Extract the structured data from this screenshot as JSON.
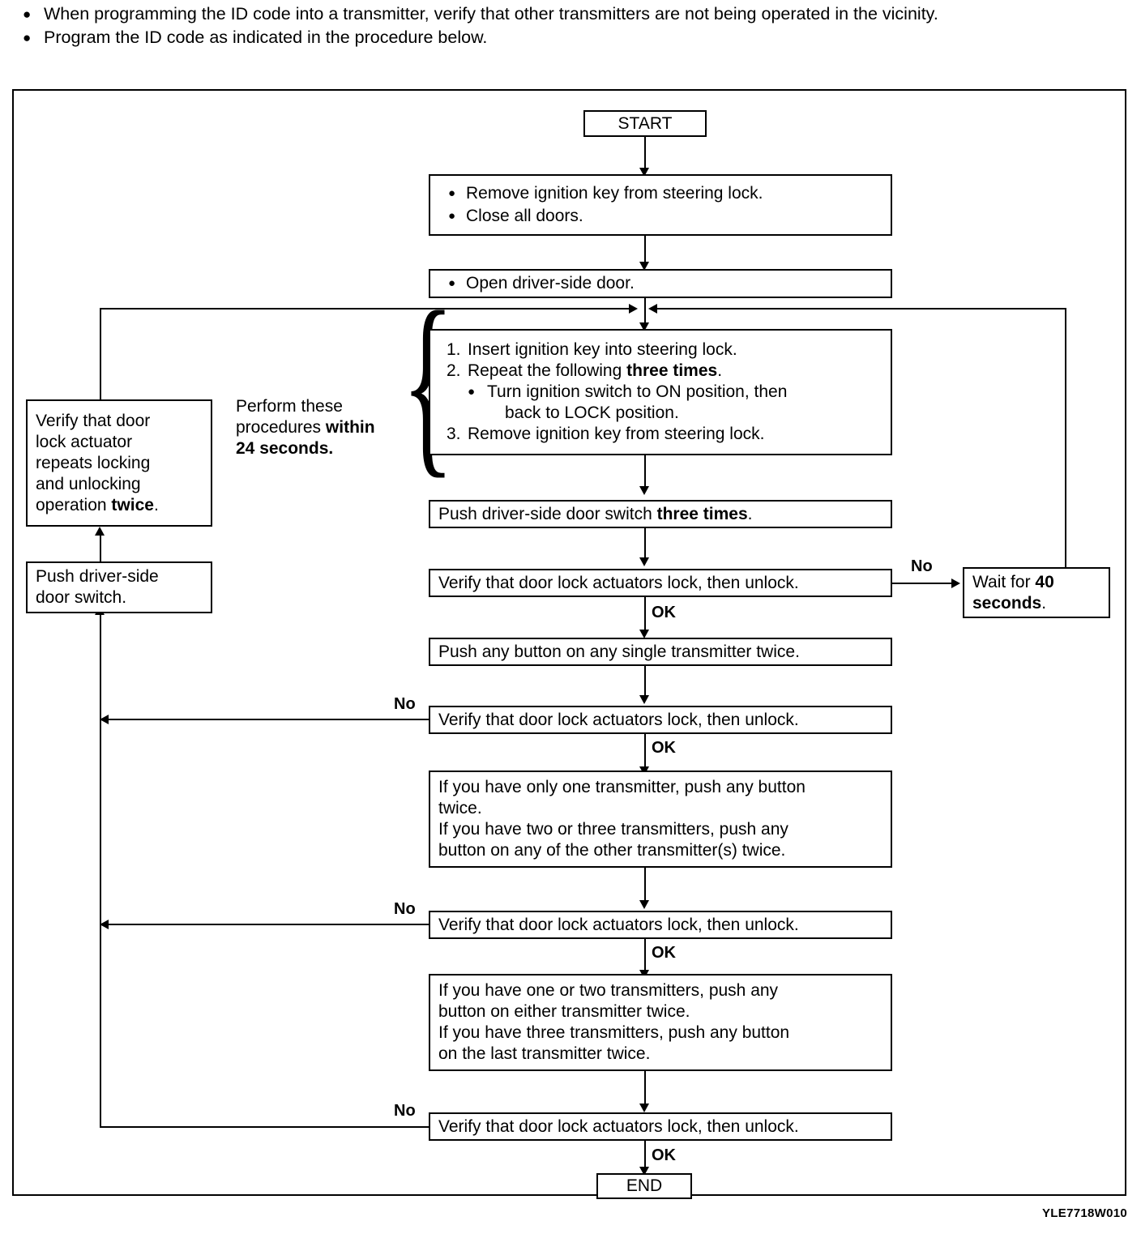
{
  "intro": {
    "bullets": [
      "When programming the ID code into a transmitter, verify that other transmitters are not being operated in the vicinity.",
      "Program the ID code as indicated in the procedure below."
    ]
  },
  "flowchart": {
    "start_label": "START",
    "end_label": "END",
    "step_prep": {
      "items": [
        "Remove ignition key from steering lock.",
        "Close all doors."
      ]
    },
    "step_open_door": {
      "items": [
        "Open driver-side door."
      ]
    },
    "timed_note": {
      "line1": "Perform these",
      "line2_plain": "procedures ",
      "line2_bold": "within",
      "line3_bold": "24 seconds."
    },
    "step_key_procedure": {
      "item1_num": "1.",
      "item1_text": "Insert ignition key into steering lock.",
      "item2_num": "2.",
      "item2_text_plain": "Repeat the following ",
      "item2_text_bold": "three times",
      "item2_text_tail": ".",
      "item2_sub_line1": "Turn ignition switch to ON position, then",
      "item2_sub_line2": "back to LOCK position.",
      "item3_num": "3.",
      "item3_text": "Remove ignition key from steering lock."
    },
    "step_push_switch_three": {
      "text_plain": "Push driver-side door switch ",
      "text_bold": "three times",
      "text_tail": "."
    },
    "verify_1": {
      "text": "Verify that door lock actuators lock, then unlock."
    },
    "verify_2": {
      "text": "Verify that door lock actuators lock, then unlock."
    },
    "verify_3": {
      "text": "Verify that door lock actuators lock, then unlock."
    },
    "verify_4": {
      "text": "Verify that door lock actuators lock, then unlock."
    },
    "wait_box": {
      "line1_plain": "Wait for ",
      "line1_bold": "40",
      "line2_bold": "seconds",
      "line2_tail": "."
    },
    "push_single_transmitter": {
      "text": "Push any button on any single transmitter twice."
    },
    "transmitter_a": {
      "line1": "If you have only one transmitter, push any button",
      "line2": "twice.",
      "line3": "If you have two or three transmitters, push any",
      "line4": "button on any of the other transmitter(s) twice."
    },
    "transmitter_b": {
      "line1": "If you have one or two transmitters, push any",
      "line2": "button on either transmitter twice.",
      "line3": "If you have three transmitters, push any button",
      "line4": "on the last transmitter twice."
    },
    "verify_actuator_repeat": {
      "line1": "Verify that door",
      "line2": "lock actuator",
      "line3": "repeats locking",
      "line4": "and unlocking",
      "line5_plain": "operation ",
      "line5_bold": "twice",
      "line5_tail": "."
    },
    "push_door_switch": {
      "line1": "Push driver-side",
      "line2": "door switch."
    },
    "edge_labels": {
      "ok": "OK",
      "no": "No"
    }
  },
  "reference_code": "YLE7718W010"
}
